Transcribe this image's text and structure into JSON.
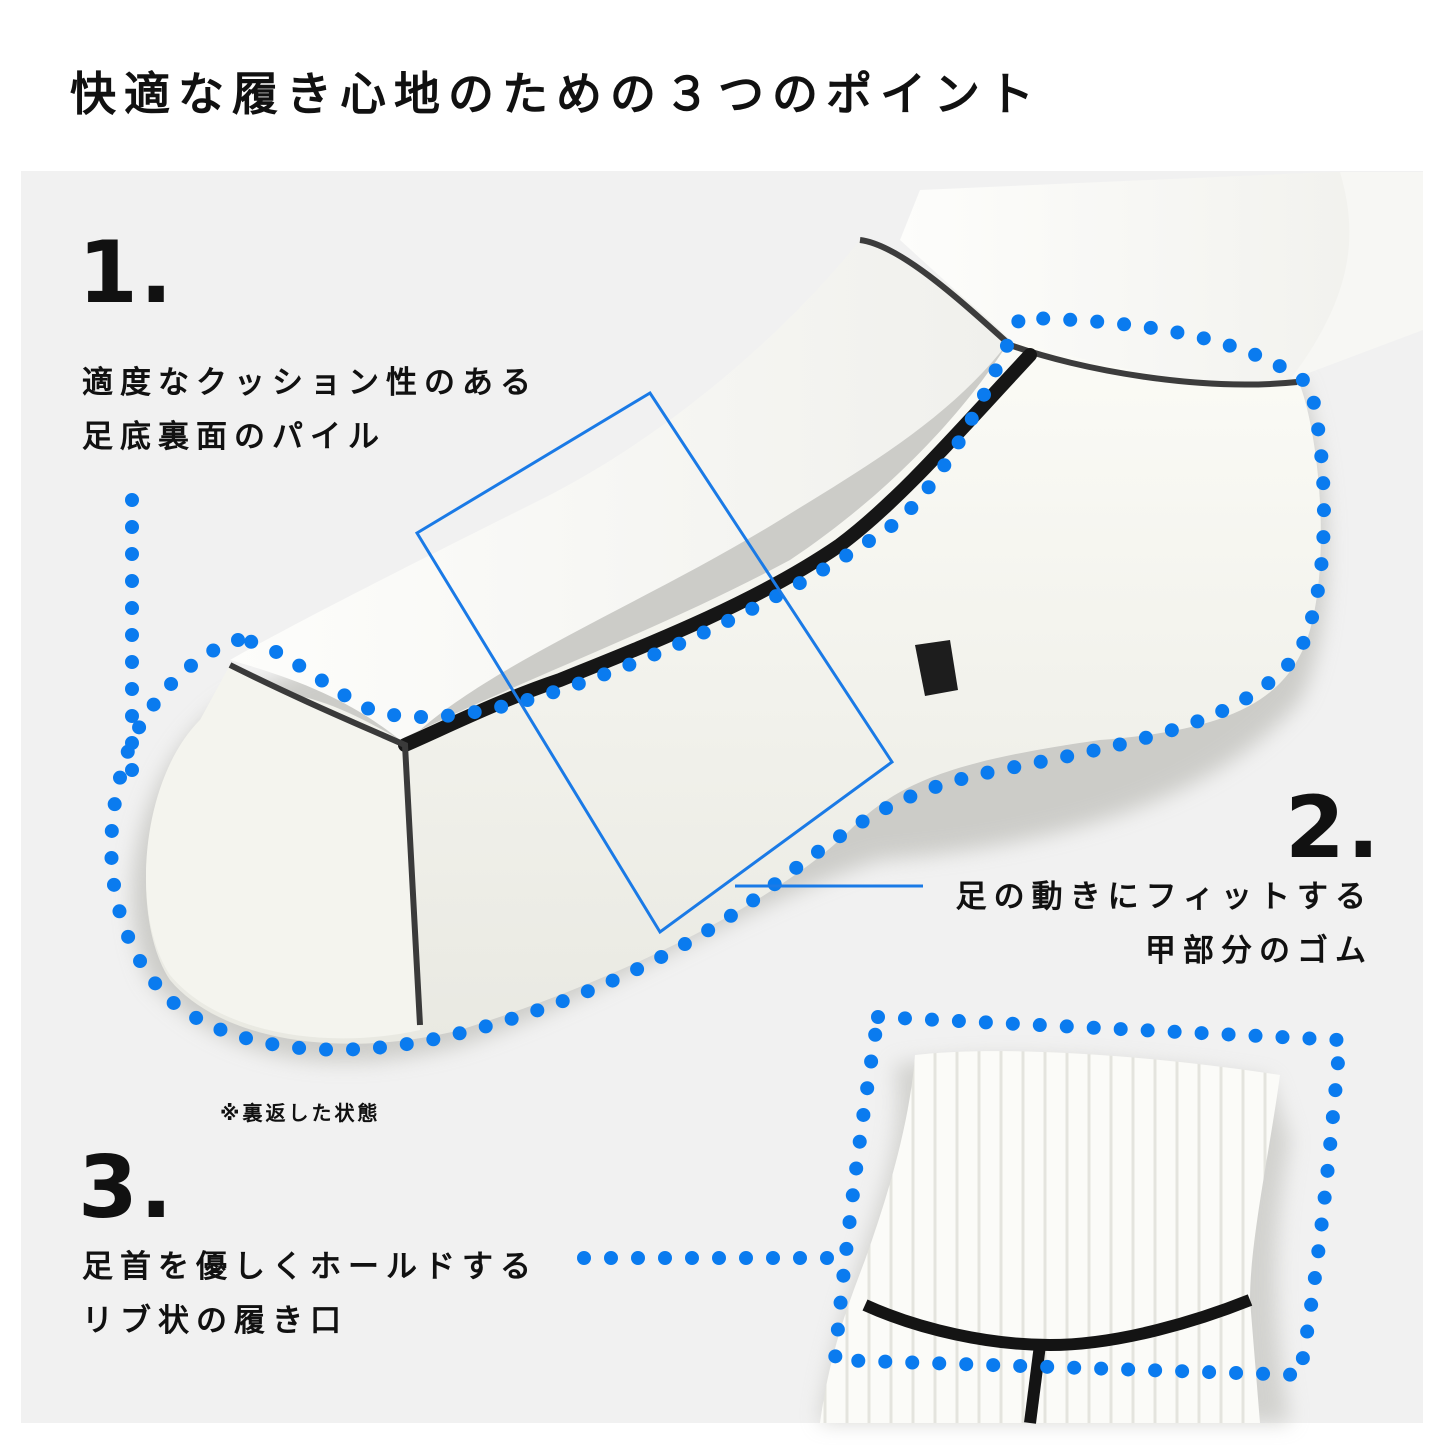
{
  "title": "快適な履き心地のための３つのポイント",
  "accent_color": "#0a7bef",
  "panel_color": "#f1f1f1",
  "points": [
    {
      "number": "1.",
      "lines": [
        "適度なクッション性のある",
        "足底裏面のパイル"
      ]
    },
    {
      "number": "2.",
      "lines": [
        "足の動きにフィットする",
        "甲部分のゴム"
      ]
    },
    {
      "number": "3.",
      "lines": [
        "足首を優しくホールドする",
        "リブ状の履き口"
      ]
    }
  ],
  "note": "※裏返した状態",
  "images": [
    {
      "name": "sock-inside-out-photo",
      "depicts": "white pile sock turned inside out"
    },
    {
      "name": "sock-cuff-photo",
      "depicts": "ribbed sock cuff with black line"
    }
  ]
}
